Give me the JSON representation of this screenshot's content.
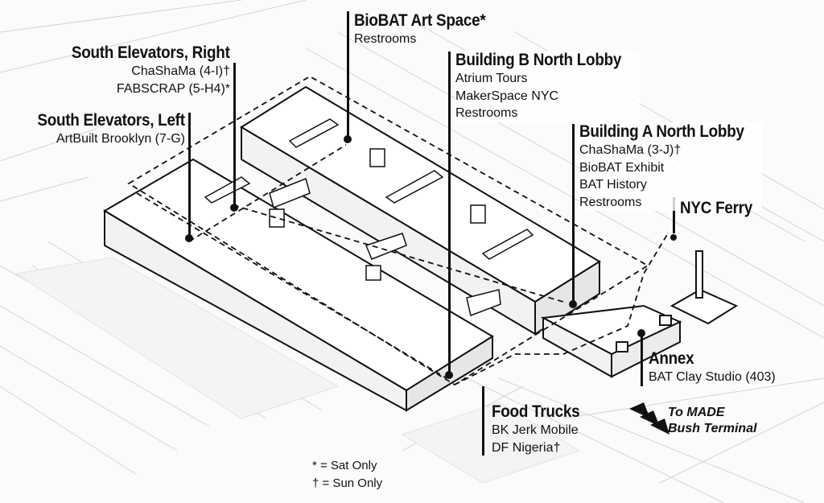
{
  "locations": [
    {
      "title": "BioBAT Art Space*",
      "items": [
        "Restrooms"
      ]
    },
    {
      "title": "South Elevators, Right",
      "items": [
        "ChaShaMa (4-I)†",
        "FABSCRAP (5-H4)*"
      ]
    },
    {
      "title": "South Elevators, Left",
      "items": [
        "ArtBuilt Brooklyn (7-G)"
      ]
    },
    {
      "title": "Building B North Lobby",
      "items": [
        "Atrium Tours",
        "MakerSpace NYC",
        "Restrooms"
      ]
    },
    {
      "title": "Building A North Lobby",
      "items": [
        "ChaShaMa (3-J)†",
        "BioBAT Exhibit",
        "BAT History",
        "Restrooms"
      ]
    },
    {
      "title": "NYC Ferry",
      "items": []
    },
    {
      "title": "Annex",
      "items": [
        "BAT Clay Studio (403)"
      ]
    },
    {
      "title": "Food Trucks",
      "items": [
        "BK Jerk Mobile",
        "DF Nigeria†"
      ]
    }
  ],
  "direction": {
    "line1": "To MADE",
    "line2": "Bush Terminal",
    "icon": "triple-arrow-icon"
  },
  "legend": {
    "sat": "* = Sat Only",
    "sun": "† = Sun Only"
  }
}
